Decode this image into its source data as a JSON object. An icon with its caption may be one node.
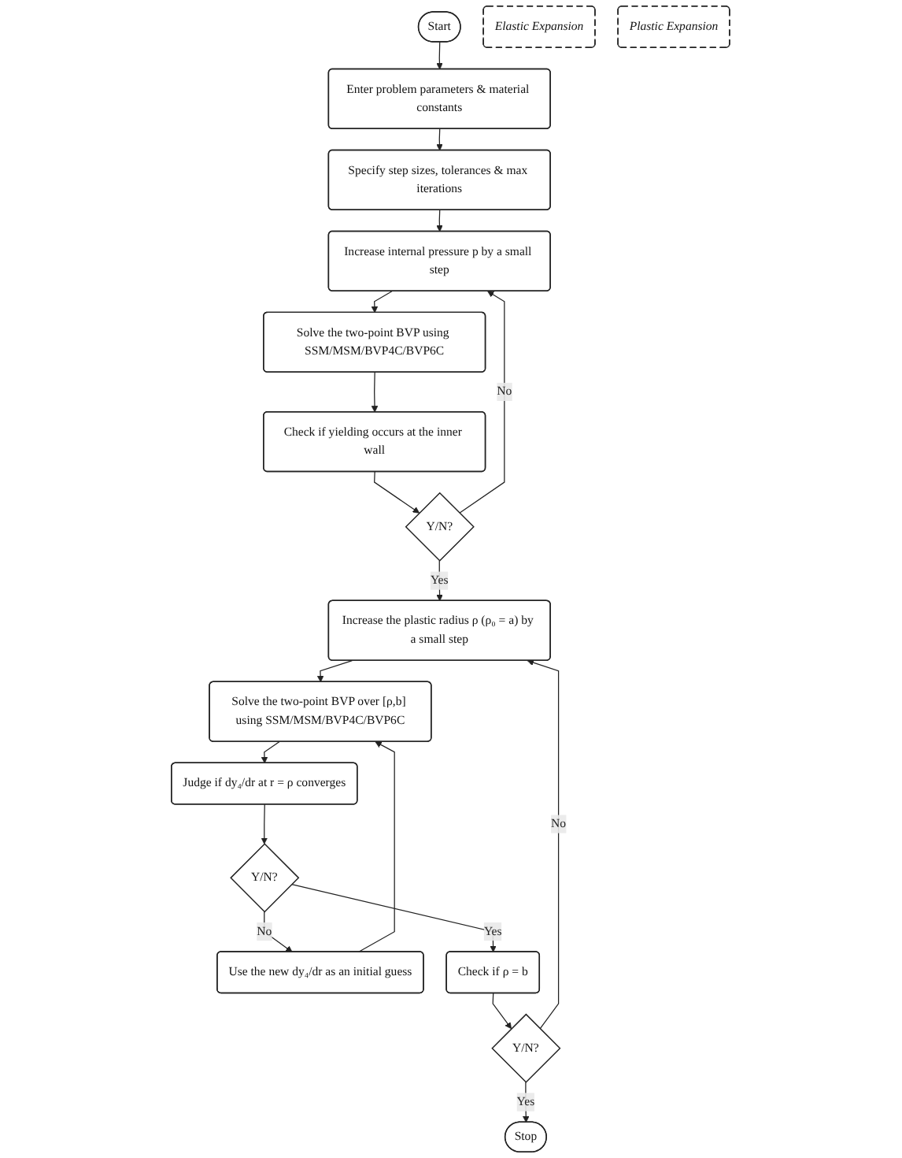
{
  "diagram": {
    "nodes": [
      {
        "text": [
          "Start"
        ]
      },
      {
        "text": [
          "Enter problem parameters & material constants"
        ]
      },
      {
        "text": [
          "Specify step sizes, tolerances & max iterations"
        ]
      },
      {
        "text": [
          "Increase internal pressure p by a small step"
        ]
      },
      {
        "text": [
          "Solve the two-point BVP using SSM/MSM/BVP4C/BVP6C"
        ]
      },
      {
        "text": [
          "Check if yielding occurs at the inner wall"
        ]
      },
      {
        "text": [
          "Y/N?"
        ]
      },
      {
        "text": [
          "Increase the plastic radius ρ (ρ₀ = a) by a small step"
        ]
      },
      {
        "text": [
          "Solve the two-point BVP over [ρ,b] using SSM/MSM/BVP4C/BVP6C"
        ]
      },
      {
        "text": [
          "Judge if dy₄/dr at r = ρ converges"
        ]
      },
      {
        "text": [
          "Y/N?"
        ]
      },
      {
        "text": [
          "Use the new dy₄/dr as an initial guess"
        ]
      },
      {
        "text": [
          "Check if ρ = b"
        ]
      },
      {
        "text": [
          "Y/N?"
        ]
      },
      {
        "text": [
          "Stop"
        ]
      },
      {
        "text": [
          "Elastic Expansion"
        ]
      },
      {
        "text": [
          "Plastic Expansion"
        ]
      }
    ],
    "edges": [
      {
        "from": 0,
        "to": 1,
        "arrow": "to"
      },
      {
        "from": 1,
        "to": 2,
        "arrow": "to"
      },
      {
        "from": 2,
        "to": 3,
        "arrow": "to"
      },
      {
        "from": 3,
        "to": 4,
        "arrow": "to"
      },
      {
        "from": 4,
        "to": 5,
        "arrow": "to"
      },
      {
        "from": 5,
        "to": 6,
        "arrow": "to"
      },
      {
        "from": 6,
        "to": 3,
        "arrow": "to",
        "label": "No"
      },
      {
        "from": 6,
        "to": 7,
        "arrow": "to",
        "label": "Yes"
      },
      {
        "from": 7,
        "to": 8,
        "arrow": "to"
      },
      {
        "from": 8,
        "to": 9,
        "arrow": "to"
      },
      {
        "from": 9,
        "to": 10,
        "arrow": "to"
      },
      {
        "from": 10,
        "to": 11,
        "arrow": "to",
        "label": "No"
      },
      {
        "from": 11,
        "to": 8,
        "arrow": "to"
      },
      {
        "from": 10,
        "to": 12,
        "arrow": "to",
        "label": "Yes"
      },
      {
        "from": 12,
        "to": 13,
        "arrow": "to"
      },
      {
        "from": 13,
        "to": 7,
        "arrow": "to",
        "label": "No"
      },
      {
        "from": 13,
        "to": 14,
        "arrow": "to",
        "label": "Yes"
      }
    ]
  }
}
